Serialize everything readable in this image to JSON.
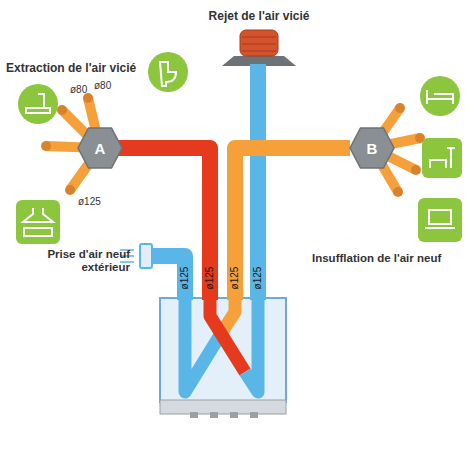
{
  "diagram": {
    "nodes": [
      {
        "text": [
          "A"
        ]
      },
      {
        "text": [
          "B"
        ]
      }
    ],
    "labels": [
      "Rejet de l'air vicié",
      "Extraction de l'air vicié",
      "ø80",
      "ø80",
      "ø125",
      "Insufflation de l'air neuf",
      "Prise d'air neuf extérieur",
      "ø125",
      "ø125",
      "ø125",
      "ø125"
    ]
  }
}
